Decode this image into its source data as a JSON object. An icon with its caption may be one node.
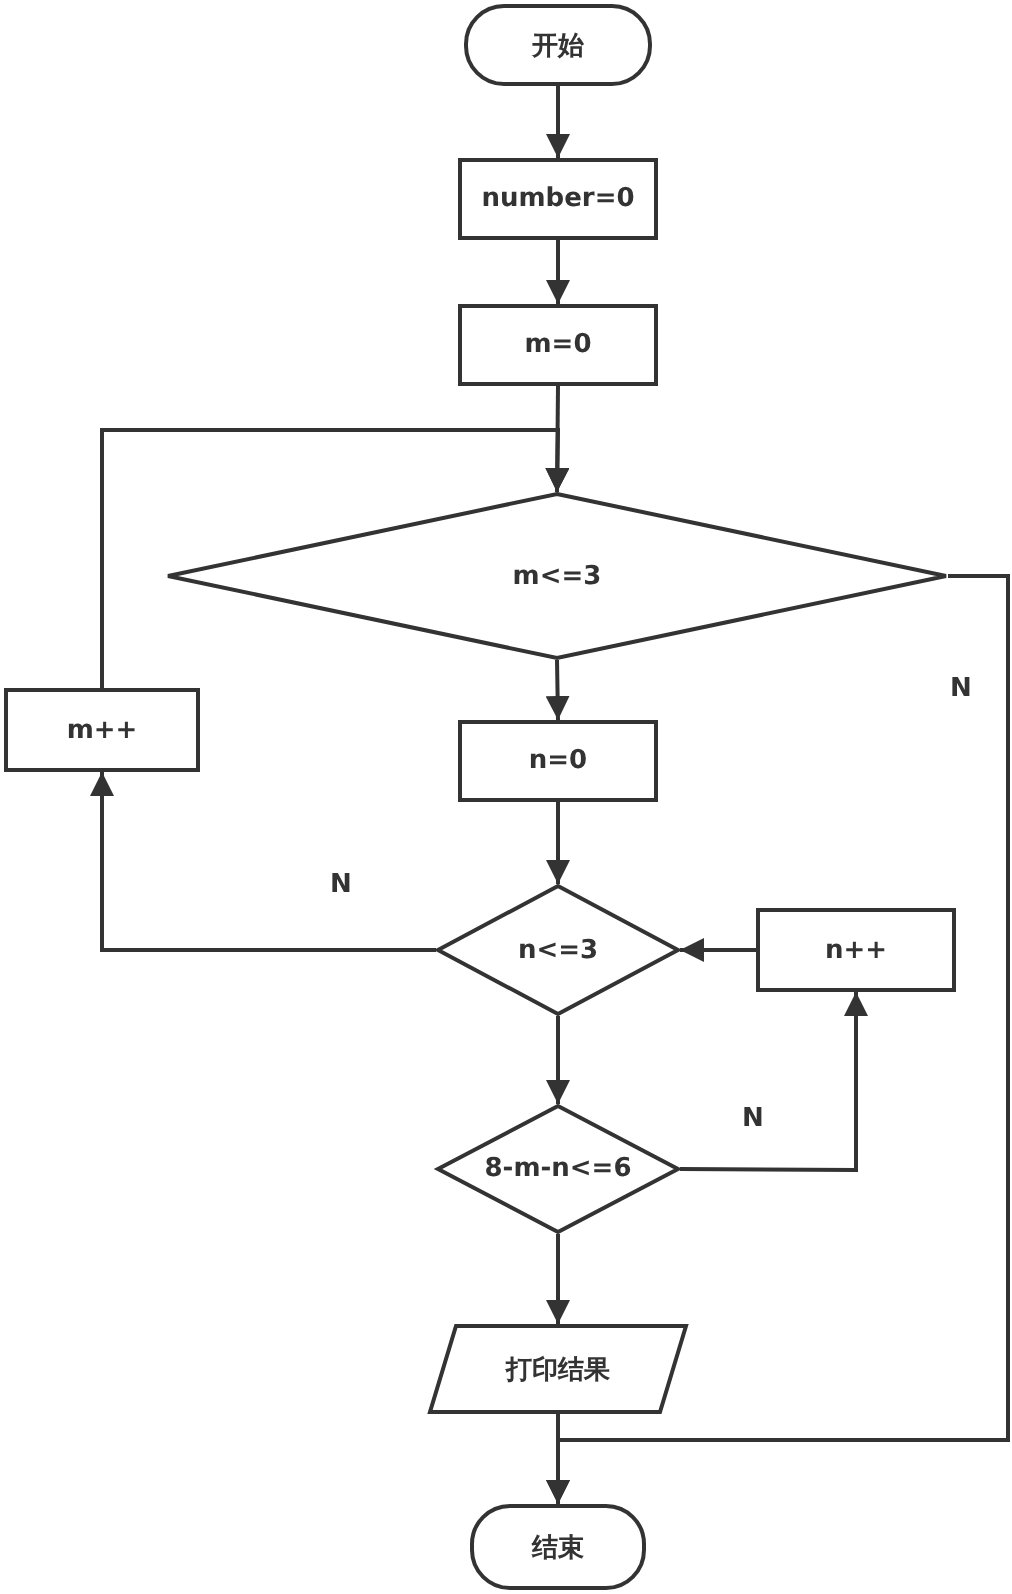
{
  "diagram": {
    "nodes": [
      {
        "text": [
          "开始"
        ]
      },
      {
        "text": [
          "number=0"
        ]
      },
      {
        "text": [
          "m=0"
        ]
      },
      {
        "text": [
          "m<=3"
        ]
      },
      {
        "text": [
          "m++"
        ]
      },
      {
        "text": [
          "n=0"
        ]
      },
      {
        "text": [
          "n<=3"
        ]
      },
      {
        "text": [
          "n++"
        ]
      },
      {
        "text": [
          "8-m-n<=6"
        ]
      },
      {
        "text": [
          "打印结果"
        ]
      },
      {
        "text": [
          "结束"
        ]
      }
    ],
    "edges": [
      {
        "from": 0,
        "to": 1,
        "arrow": "to"
      },
      {
        "from": 1,
        "to": 2,
        "arrow": "to"
      },
      {
        "from": 2,
        "to": 3,
        "arrow": "to"
      },
      {
        "from": 3,
        "to": 5,
        "arrow": "to"
      },
      {
        "from": 5,
        "to": 6,
        "arrow": "to"
      },
      {
        "from": 6,
        "to": 8,
        "arrow": "to"
      },
      {
        "from": 8,
        "to": 9,
        "arrow": "to"
      },
      {
        "from": 9,
        "to": 10,
        "arrow": "to"
      },
      {
        "from": 6,
        "to": 4,
        "arrow": "to",
        "label": "N"
      },
      {
        "from": 4,
        "to": 3,
        "arrow": "to"
      },
      {
        "from": 7,
        "to": 6,
        "arrow": "to"
      },
      {
        "from": 8,
        "to": 7,
        "arrow": "to",
        "label": "N"
      },
      {
        "from": 3,
        "to": 10,
        "arrow": "to",
        "label": "N"
      }
    ]
  }
}
